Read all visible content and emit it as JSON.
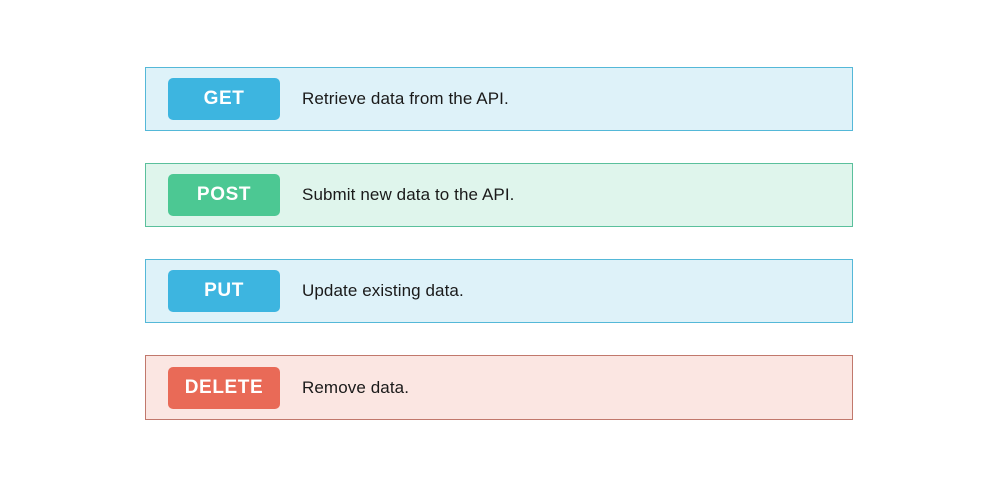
{
  "page": {
    "background_color": "#ffffff",
    "description_text_color": "#1a1a1a",
    "badge_text_color": "#ffffff"
  },
  "rows": [
    {
      "method": "GET",
      "description": "Retrieve data from the API.",
      "badge_color": "#3db5e0",
      "row_bg": "#def2f9",
      "row_border": "#54b8d8"
    },
    {
      "method": "POST",
      "description": "Submit new data to the API.",
      "badge_color": "#4cc893",
      "row_bg": "#dff5ec",
      "row_border": "#5ac09c"
    },
    {
      "method": "PUT",
      "description": "Update existing data.",
      "badge_color": "#3db5e0",
      "row_bg": "#def2f9",
      "row_border": "#54b8d8"
    },
    {
      "method": "DELETE",
      "description": "Remove data.",
      "badge_color": "#e96a57",
      "row_bg": "#fbe6e2",
      "row_border": "#c1786c"
    }
  ]
}
